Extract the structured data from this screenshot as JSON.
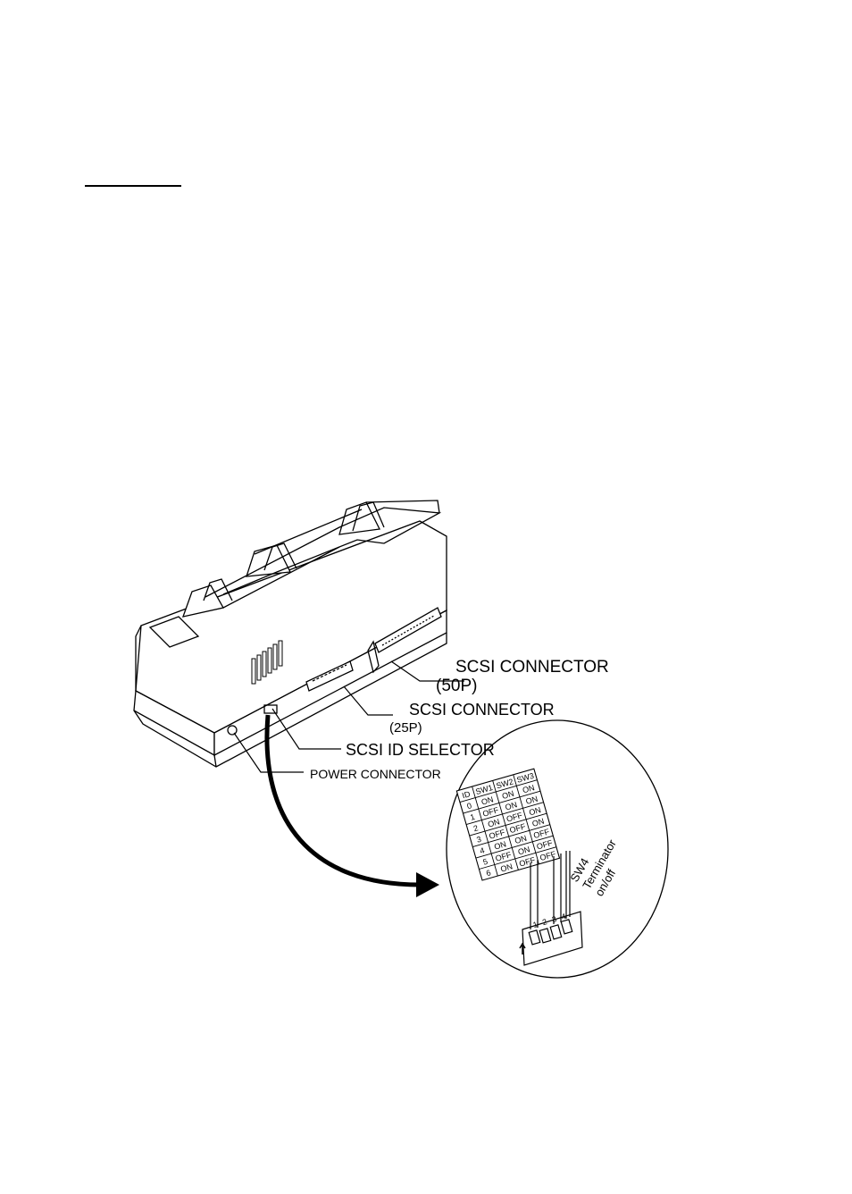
{
  "labels": {
    "scsi_50": "SCSI CONNECTOR",
    "scsi_50_pins": "(50P)",
    "scsi_25": "SCSI CONNECTOR",
    "scsi_25_pins": "(25P)",
    "scsi_id": "SCSI ID SELECTOR",
    "power": "POWER CONNECTOR"
  },
  "table": {
    "headers": [
      "ID",
      "SW1",
      "SW2",
      "SW3"
    ],
    "rows": [
      [
        "0",
        "ON",
        "ON",
        "ON"
      ],
      [
        "1",
        "OFF",
        "ON",
        "ON"
      ],
      [
        "2",
        "ON",
        "OFF",
        "ON"
      ],
      [
        "3",
        "OFF",
        "OFF",
        "ON"
      ],
      [
        "4",
        "ON",
        "ON",
        "OFF"
      ],
      [
        "5",
        "OFF",
        "ON",
        "OFF"
      ],
      [
        "6",
        "ON",
        "OFF",
        "OFF"
      ]
    ]
  },
  "switch": {
    "title": "SW4",
    "terminator": "Terminator",
    "onoff": "on/off",
    "numbers": [
      "1",
      "2",
      "3",
      "4"
    ]
  }
}
